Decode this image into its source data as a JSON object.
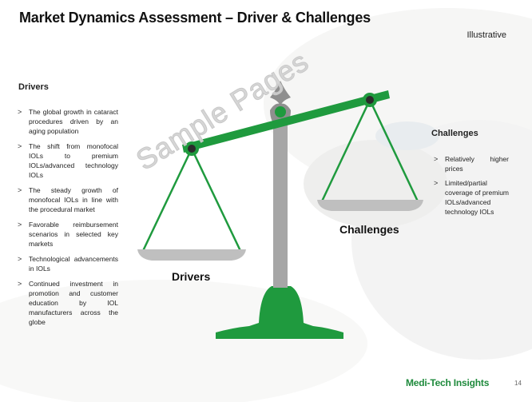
{
  "slide": {
    "title": "Market Dynamics Assessment – Driver & Challenges",
    "tag": "Illustrative",
    "watermark": "Sample Pages",
    "page_number": "14",
    "brand": "Medi-Tech Insights"
  },
  "drivers": {
    "heading": "Drivers",
    "items": [
      "The global growth in cataract procedures driven by an aging population",
      "The shift from monofocal IOLs to premium IOLs/advanced technology IOLs",
      "The steady growth of monofocal IOLs in line with the procedural market",
      "Favorable reimbursement scenarios in selected key markets",
      "Technological advancements in IOLs",
      "Continued investment in promotion and customer education by IOL manufacturers across the globe"
    ]
  },
  "challenges": {
    "heading": "Challenges",
    "items": [
      "Relatively higher prices",
      "Limited/partial coverage of premium IOLs/advanced technology IOLs"
    ]
  },
  "scale": {
    "left_pan_label": "Drivers",
    "right_pan_label": "Challenges",
    "beam_color": "#1f9a3e",
    "post_color": "#a6a6a6",
    "pan_color": "#bfbfbf"
  },
  "bullet_marker": ">"
}
